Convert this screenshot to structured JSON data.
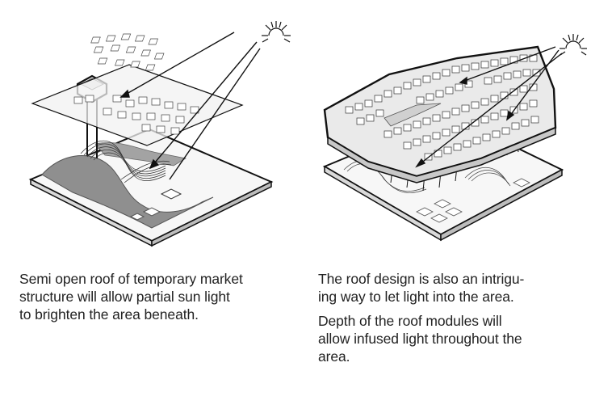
{
  "left_caption": {
    "lines": [
      "Semi open roof of temporary market",
      "structure will allow partial sun light",
      "to brighten the area beneath."
    ]
  },
  "right_caption": {
    "paragraph1": [
      "The roof design is also an intrigu-",
      "ing way to let light into the area."
    ],
    "paragraph2": [
      "Depth of the roof modules will",
      "allow infused light throughout the",
      "area."
    ]
  },
  "colors": {
    "ink": "#111111",
    "roof_panel": "#f2f2f2",
    "ground_dark": "#8a8a8a",
    "ground_light": "#f7f7f7"
  },
  "icons": [
    "sun-icon",
    "sun-icon"
  ]
}
